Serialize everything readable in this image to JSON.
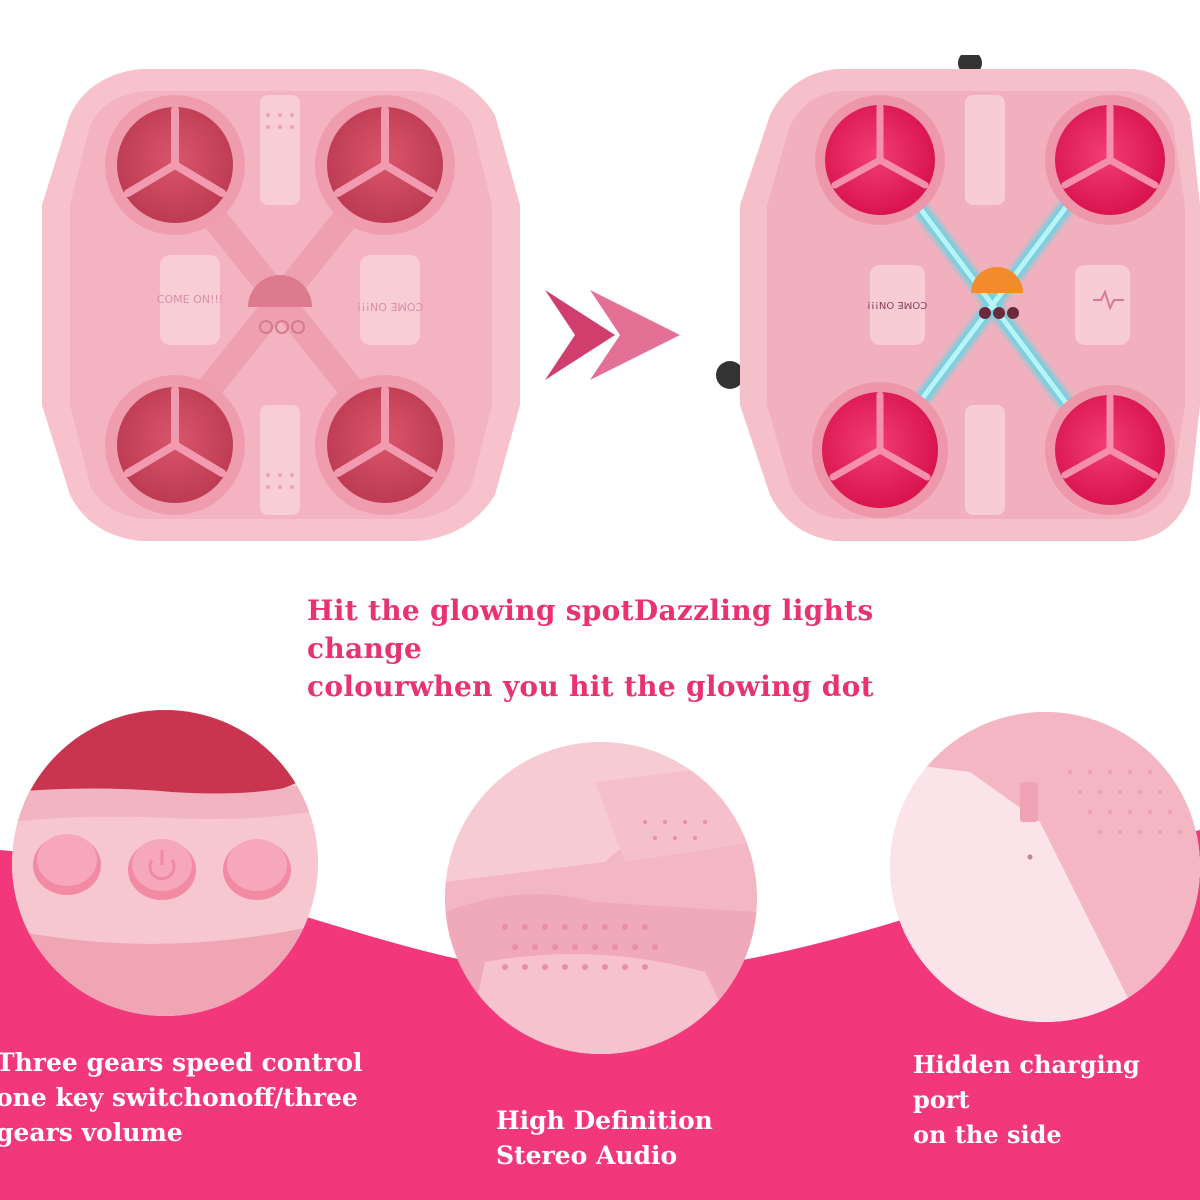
{
  "colors": {
    "accent": "#e8336f",
    "band": "#f2387a",
    "product_pink": "#f7c4cf",
    "pad_dark": "#d14a61",
    "pad_lit": "#ee2262",
    "light_strip": "#6ee0ea"
  },
  "headline": {
    "line1": "Hit the glowing spotDazzling lights change",
    "line2": "colourwhen you hit the glowing dot"
  },
  "product_left": {
    "left_panel_text": "COME ON!!!",
    "right_panel_text": "COME ON!!!"
  },
  "product_right": {
    "left_panel_text": "COME ON!!!"
  },
  "features": [
    {
      "line1": "Three gears speed control",
      "line2": "one key switchonoff/three",
      "line3": "gears volume"
    },
    {
      "line1": "High Definition",
      "line2": "Stereo Audio"
    },
    {
      "line1": "Hidden charging port",
      "line2": "on the side"
    }
  ]
}
